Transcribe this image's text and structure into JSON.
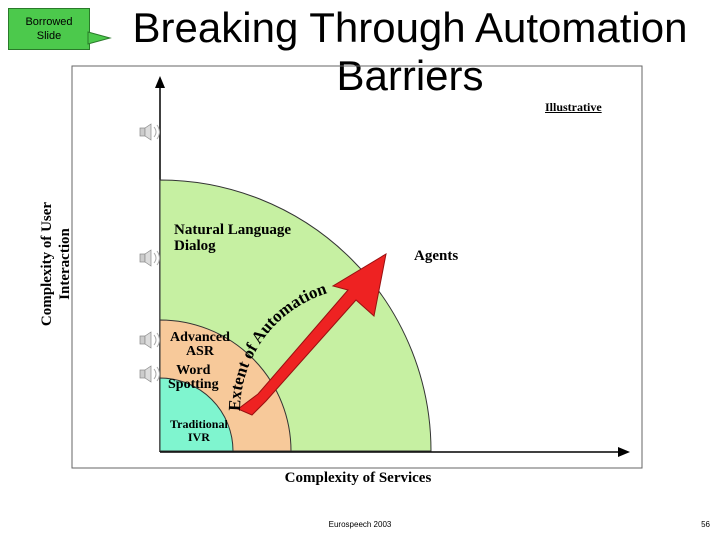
{
  "badge": {
    "line1": "Borrowed",
    "line2": "Slide"
  },
  "title": "Breaking Through Automation Barriers",
  "tag": "Illustrative",
  "axes": {
    "y_label_line1": "Complexity of User",
    "y_label_line2": "Interaction",
    "x_label": "Complexity of Services"
  },
  "regions": {
    "natural_language_line1": "Natural Language",
    "natural_language_line2": "Dialog",
    "agents": "Agents",
    "advanced_asr_line1": "Advanced",
    "advanced_asr_line2": "ASR",
    "word_spotting_line1": "Word",
    "word_spotting_line2": "Spotting",
    "traditional_ivr_line1": "Traditional",
    "traditional_ivr_line2": "IVR"
  },
  "arrow_label": "Extent of Automation",
  "footer": {
    "source": "Eurospeech 2003",
    "page": "56"
  },
  "colors": {
    "badge_fill": "#4cc94c",
    "outer_region": "#c6f0a2",
    "middle_region": "#f7c99a",
    "inner_region": "#7ff5cf",
    "arrow": "#ee2222"
  },
  "icons": [
    "speaker-icon",
    "speaker-icon",
    "speaker-icon",
    "speaker-icon"
  ]
}
